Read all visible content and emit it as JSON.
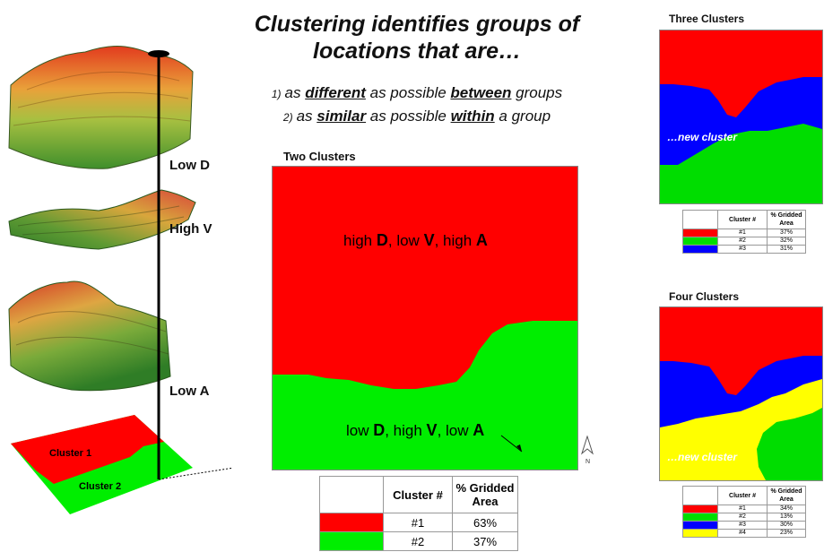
{
  "title": {
    "line1": "Clustering identifies groups of",
    "line2": "locations that are…"
  },
  "criteria": [
    {
      "num": "1)",
      "pre": "as ",
      "key1": "different",
      "mid": " as possible ",
      "key2": "between",
      "post": " groups"
    },
    {
      "num": "2)",
      "pre": "as ",
      "key1": "similar",
      "mid": " as possible ",
      "key2": "within",
      "post": " a group"
    }
  ],
  "layers": {
    "low_d": "Low D",
    "high_v": "High V",
    "low_a": "Low A",
    "cluster1": "Cluster 1",
    "cluster2": "Cluster 2"
  },
  "two_clusters": {
    "heading": "Two Clusters",
    "top_label": {
      "p1": "high ",
      "b1": "D",
      "p2": ", low ",
      "b2": "V",
      "p3": ", high ",
      "b3": "A"
    },
    "bottom_label": {
      "p1": "low ",
      "b1": "D",
      "p2": ", high ",
      "b2": "V",
      "p3": ", low ",
      "b3": "A"
    },
    "north": "N",
    "table": {
      "header_cluster": "Cluster #",
      "header_area": "% Gridded Area",
      "rows": [
        {
          "color": "#ff0000",
          "cluster": "#1",
          "area": "63%"
        },
        {
          "color": "#00ee00",
          "cluster": "#2",
          "area": "37%"
        }
      ]
    }
  },
  "three_clusters": {
    "heading": "Three Clusters",
    "new_label": "…new cluster",
    "table": {
      "header_cluster": "Cluster #",
      "header_area": "% Gridded Area",
      "rows": [
        {
          "color": "#ff0000",
          "cluster": "#1",
          "area": "37%"
        },
        {
          "color": "#00dd00",
          "cluster": "#2",
          "area": "32%"
        },
        {
          "color": "#0000ff",
          "cluster": "#3",
          "area": "31%"
        }
      ]
    }
  },
  "four_clusters": {
    "heading": "Four Clusters",
    "new_label": "…new cluster",
    "table": {
      "header_cluster": "Cluster #",
      "header_area": "% Gridded Area",
      "rows": [
        {
          "color": "#ff0000",
          "cluster": "#1",
          "area": "34%"
        },
        {
          "color": "#00dd00",
          "cluster": "#2",
          "area": "13%"
        },
        {
          "color": "#0000ff",
          "cluster": "#3",
          "area": "30%"
        },
        {
          "color": "#ffff00",
          "cluster": "#4",
          "area": "23%"
        }
      ]
    }
  },
  "colors": {
    "red": "#ff0000",
    "green": "#00ee00",
    "blue": "#0000ff",
    "yellow": "#ffff00"
  }
}
